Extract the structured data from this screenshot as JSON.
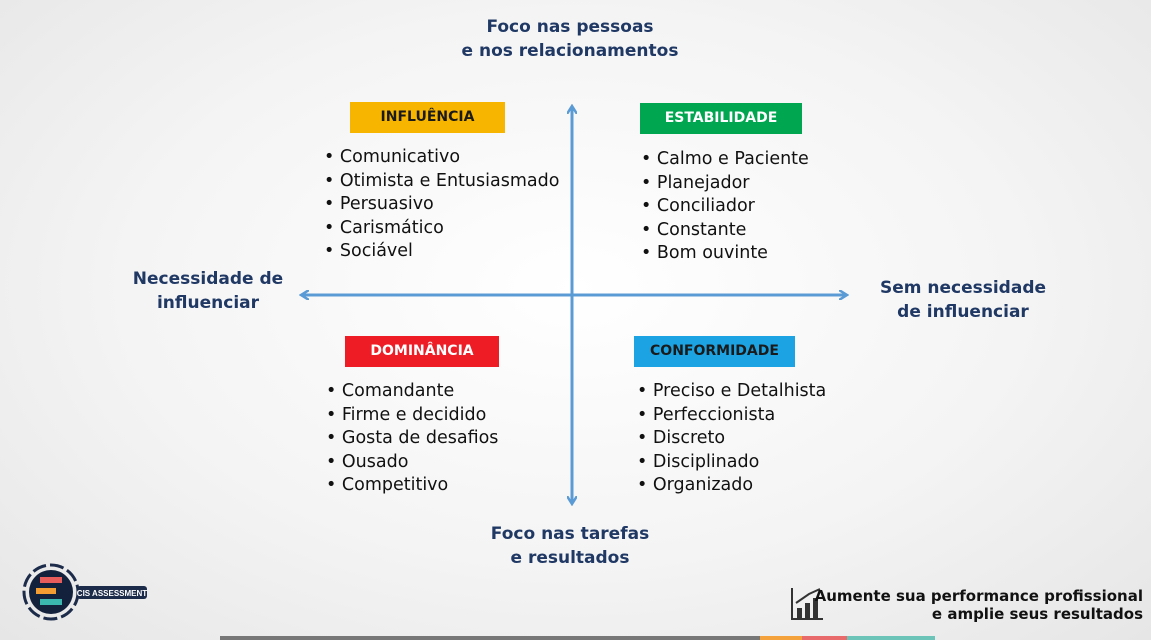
{
  "axes": {
    "top": [
      "Foco nas pessoas",
      "e nos relacionamentos"
    ],
    "bottom": [
      "Foco nas tarefas",
      "e resultados"
    ],
    "left": [
      "Necessidade de",
      "influenciar"
    ],
    "right": [
      "Sem necessidade",
      "de influenciar"
    ]
  },
  "quadrants": {
    "influencia": {
      "title": "INFLUÊNCIA",
      "color": "#f7b500",
      "text_color": "#1a1a1a",
      "items": [
        "Comunicativo",
        "Otimista e Entusiasmado",
        "Persuasivo",
        "Carismático",
        "Sociável"
      ]
    },
    "estabilidade": {
      "title": "ESTABILIDADE",
      "color": "#00a650",
      "text_color": "#ffffff",
      "items": [
        "Calmo e Paciente",
        "Planejador",
        "Conciliador",
        "Constante",
        "Bom ouvinte"
      ]
    },
    "dominancia": {
      "title": "DOMINÂNCIA",
      "color": "#ee1c25",
      "text_color": "#ffffff",
      "items": [
        "Comandante",
        "Firme e decidido",
        "Gosta de desafios",
        "Ousado",
        "Competitivo"
      ]
    },
    "conformidade": {
      "title": "CONFORMIDADE",
      "color": "#1ca3e3",
      "text_color": "#1a1a1a",
      "items": [
        "Preciso e Detalhista",
        "Perfeccionista",
        "Discreto",
        "Disciplinado",
        "Organizado"
      ]
    }
  },
  "logo": {
    "text": "CIS ASSESSMENT"
  },
  "footer": {
    "line1": "Aumente sua performance profissional",
    "line2": "e amplie seus resultados",
    "icon": "bar-chart-growth-icon"
  },
  "colors": {
    "axis": "#5b9bd5",
    "title": "#1f3864"
  }
}
